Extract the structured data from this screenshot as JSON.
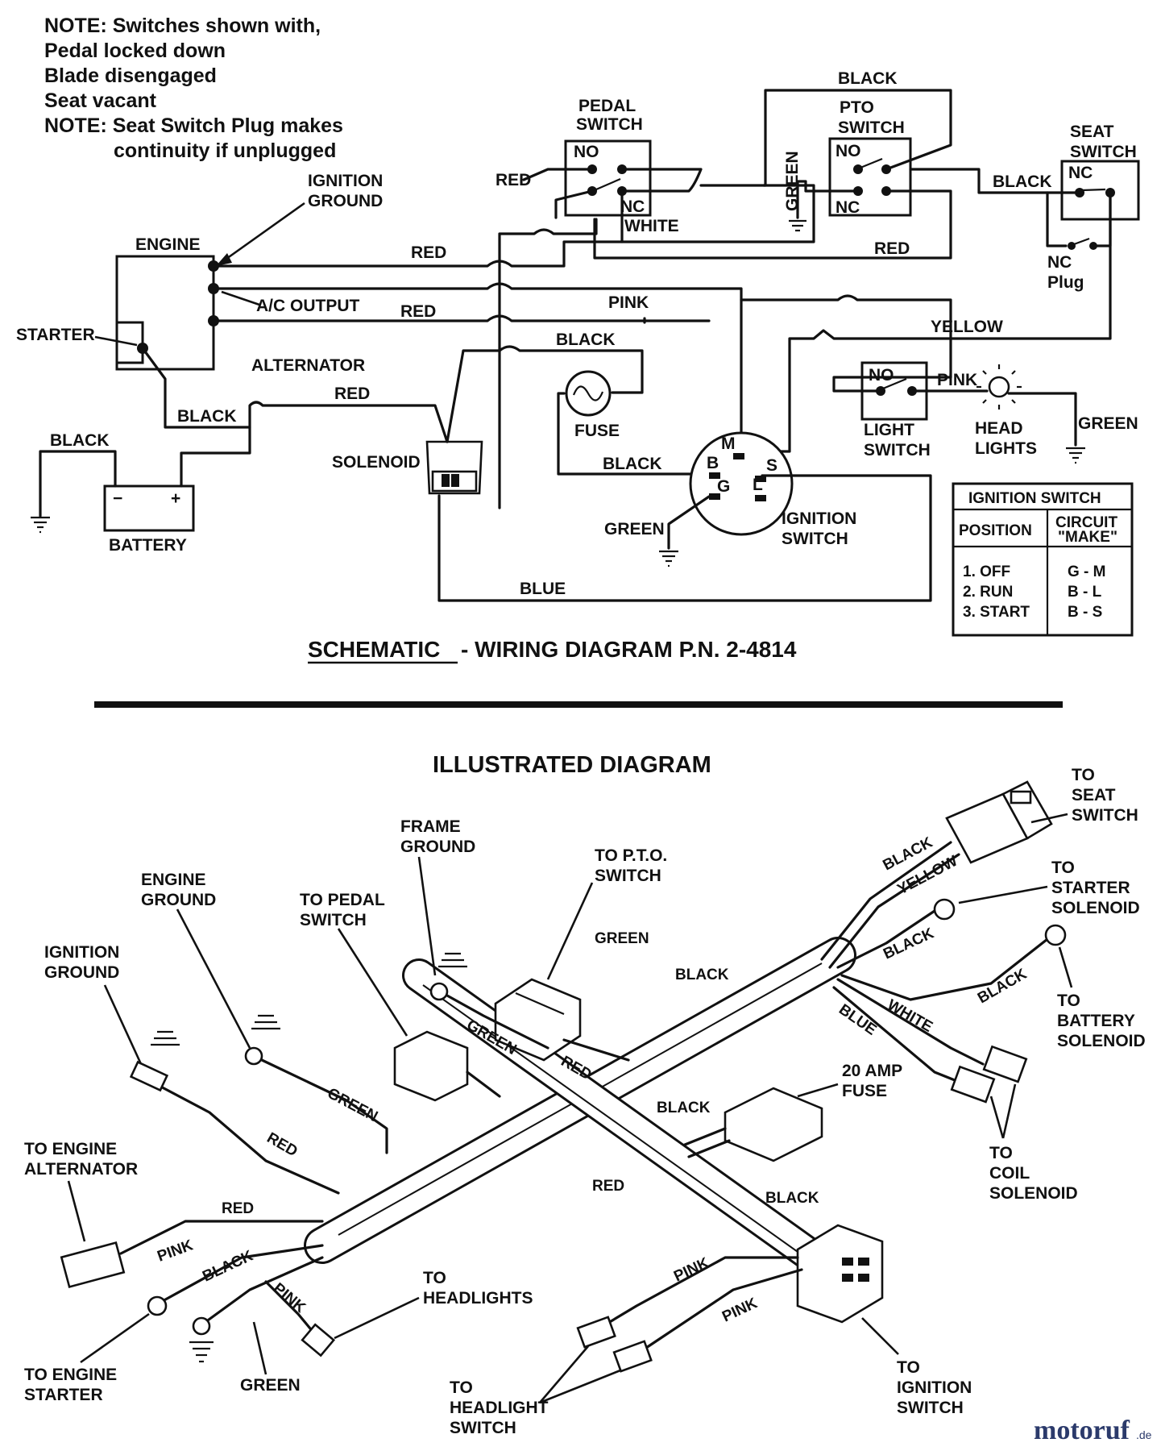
{
  "notes": {
    "line1": "NOTE: Switches shown with,",
    "line2": "Pedal locked down",
    "line3": "Blade disengaged",
    "line4": "Seat vacant",
    "line5": "NOTE: Seat Switch Plug makes",
    "line6": "continuity if unplugged"
  },
  "schematic": {
    "labels": {
      "ignition_ground": [
        "IGNITION",
        "GROUND"
      ],
      "engine": "ENGINE",
      "starter": "STARTER",
      "ac_output": "A/C OUTPUT",
      "alternator": "ALTERNATOR",
      "battery": "BATTERY",
      "solenoid": "SOLENOID",
      "fuse": "FUSE",
      "pedal_switch": [
        "PEDAL",
        "SWITCH"
      ],
      "pto_switch": [
        "PTO",
        "SWITCH"
      ],
      "seat_switch": [
        "SEAT",
        "SWITCH"
      ],
      "nc_plug": [
        "NC",
        "Plug"
      ],
      "light_switch": [
        "LIGHT",
        "SWITCH"
      ],
      "head_lights": [
        "HEAD",
        "LIGHTS"
      ],
      "ignition_switch": [
        "IGNITION",
        "SWITCH"
      ],
      "no": "NO",
      "nc": "NC",
      "plus": "+",
      "minus": "−",
      "m": "M",
      "b": "B",
      "s": "S",
      "g": "G",
      "l": "L"
    },
    "wires": {
      "red": "RED",
      "black": "BLACK",
      "white": "WHITE",
      "green": "GREEN",
      "pink": "PINK",
      "yellow": "YELLOW",
      "blue": "BLUE"
    },
    "table": {
      "title": "IGNITION SWITCH",
      "col1": "POSITION",
      "col2a": "CIRCUIT",
      "col2b": "\"MAKE\"",
      "rows": [
        {
          "pos": "1. OFF",
          "make": "G - M"
        },
        {
          "pos": "2. RUN",
          "make": "B - L"
        },
        {
          "pos": "3. START",
          "make": "B - S"
        }
      ]
    },
    "title_a": "SCHEMATIC",
    "title_b": "-  WIRING DIAGRAM P.N. 2-4814"
  },
  "illustrated": {
    "title": "ILLUSTRATED DIAGRAM",
    "callouts": {
      "to_seat_switch": [
        "TO",
        "SEAT",
        "SWITCH"
      ],
      "frame_ground": [
        "FRAME",
        "GROUND"
      ],
      "to_pto_switch": [
        "TO P.T.O.",
        "SWITCH"
      ],
      "engine_ground": [
        "ENGINE",
        "GROUND"
      ],
      "to_pedal_switch": [
        "TO PEDAL",
        "SWITCH"
      ],
      "to_starter_solenoid": [
        "TO",
        "STARTER",
        "SOLENOID"
      ],
      "ignition_ground": [
        "IGNITION",
        "GROUND"
      ],
      "to_battery_solenoid": [
        "TO",
        "BATTERY",
        "SOLENOID"
      ],
      "amp_fuse": [
        "20 AMP",
        "FUSE"
      ],
      "to_coil_solenoid": [
        "TO",
        "COIL",
        "SOLENOID"
      ],
      "to_engine_alternator": [
        "TO ENGINE",
        "ALTERNATOR"
      ],
      "to_headlights": [
        "TO",
        "HEADLIGHTS"
      ],
      "to_engine_starter": [
        "TO ENGINE",
        "STARTER"
      ],
      "to_headlight_switch": [
        "TO",
        "HEADLIGHT",
        "SWITCH"
      ],
      "to_ignition_switch": [
        "TO",
        "IGNITION",
        "SWITCH"
      ]
    }
  },
  "watermark": {
    "brand": "motoruf",
    "suffix": ".de"
  }
}
